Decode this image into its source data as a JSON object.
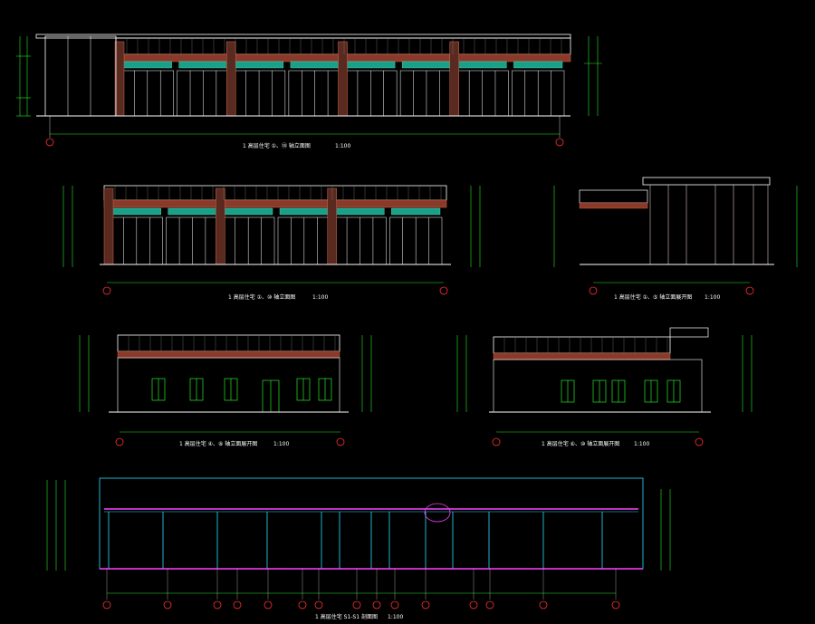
{
  "views": [
    {
      "caption": "1 高层住宅  ①、⑭ 轴立面图",
      "scale": "1:100"
    },
    {
      "caption": "1 高层住宅  ①、⑩ 轴立面图",
      "scale": "1:100"
    },
    {
      "caption": "1 高层住宅  ①、⑤ 轴立面展开图",
      "scale": "1:100"
    },
    {
      "caption": "1 高层住宅  ④、⑧ 轴立面展开图",
      "scale": "1:100"
    },
    {
      "caption": "1 高层住宅  ⑥、⑩ 轴立面展开图",
      "scale": "1:100"
    },
    {
      "caption": "1 高层住宅  S1-S1  剖面图",
      "scale": "1:100"
    }
  ],
  "colors": {
    "background": "#000000",
    "line": "#ffffff",
    "dimension": "#26e826",
    "brick": "#8a3a2a",
    "glass": "#1aa088",
    "section": "#26e0ff",
    "slab": "#ff40ff",
    "gridBubble": "#ff3030"
  }
}
